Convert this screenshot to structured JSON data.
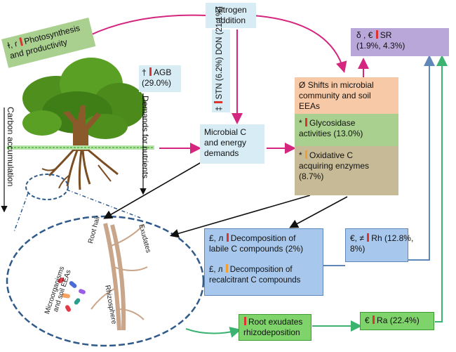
{
  "nitrogen": {
    "line1": "Nitrogen",
    "line2": "addition"
  },
  "photosynthesis": {
    "prefix": "ɫ, ɾ",
    "line1": "Photosynthesis",
    "line2": "and productivity"
  },
  "sr": {
    "prefix": "δ , €",
    "label": "SR",
    "values": "(1.9%, 4.3%)"
  },
  "agb": {
    "prefix": "†",
    "label": "AGB",
    "value": "(29.0%)"
  },
  "stn_don": {
    "prefix": "‡",
    "text": "STN (6.2%)  DON (21.1%)"
  },
  "demands_for_nutrients": "Demands for nutrients",
  "carbon_accumulation": "Carbon accumulation",
  "microbial_demands": {
    "line1": "Microbial C",
    "line2": "and energy",
    "line3": "demands"
  },
  "shifts": {
    "prefix": "Ø",
    "line1": "Shifts in microbial",
    "line2": "community and soil",
    "line3": "EEAs"
  },
  "glycosidase": {
    "prefix": "*",
    "line1": "Glycosidase",
    "line2": "activities (13.0%)"
  },
  "oxidative": {
    "prefix": "*",
    "line1": "Oxidative C",
    "line2": "acquiring enzymes",
    "line3": "(8.7%)"
  },
  "labile": {
    "prefix": "£, л",
    "line1": "Decomposition of",
    "line2": "labile C compounds (2%)"
  },
  "recalcitrant": {
    "prefix": "£, л",
    "line1": "Decomposition of",
    "line2": "recalcitrant C compounds"
  },
  "rh": {
    "prefix": "€, ≠",
    "label": "Rh (12.8%,",
    "line2": "8%)"
  },
  "root_exudates": {
    "line1": "Root exudates",
    "line2": "rhizodeposition"
  },
  "ra": {
    "prefix": "€",
    "label": "Ra (22.4%)"
  },
  "root_labels": {
    "root_hair": "Root hair",
    "exudates": "Exudates",
    "rhizosphere": "Rhizosphere",
    "microorganisms": "Microorganisms",
    "soil_eeas": "and soil EEAs"
  },
  "colors": {
    "magenta_arrow": "#d4267e",
    "green_arrow": "#3cb371",
    "blue_arrow": "#5f87b8",
    "black_arrow": "#111111",
    "up_red": "#dd3333",
    "up_orange": "#f0a030"
  }
}
